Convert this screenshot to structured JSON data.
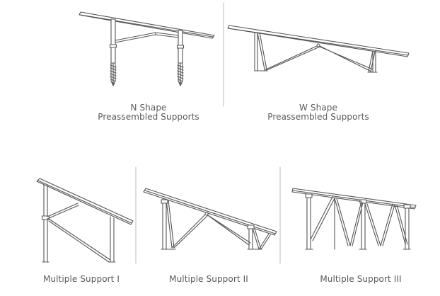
{
  "diagrams": [
    {
      "id": "n-shape",
      "line1": "N Shape",
      "line2": "Preassembled Supports"
    },
    {
      "id": "w-shape",
      "line1": "W Shape",
      "line2": "Preassembled Supports"
    },
    {
      "id": "multi-1",
      "line1": "Multiple Support I"
    },
    {
      "id": "multi-2",
      "line1": "Multiple Support II"
    },
    {
      "id": "multi-3",
      "line1": "Multiple Support III"
    }
  ],
  "colors": {
    "stroke": "#555555",
    "divider": "#bbbbbb",
    "caption": "#5a5a5a"
  }
}
